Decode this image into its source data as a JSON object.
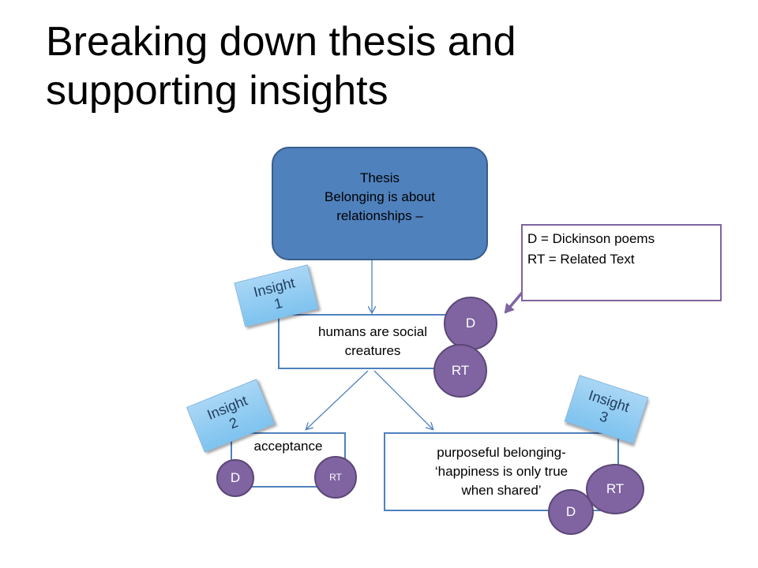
{
  "title": {
    "line1": "Breaking down thesis and",
    "line2": "supporting insights"
  },
  "thesis": {
    "heading": "Thesis",
    "line1": "Belonging is about",
    "line2": "relationships –"
  },
  "legend": {
    "line1": "D = Dickinson poems",
    "line2": "RT = Related Text"
  },
  "insight1": {
    "label_line1": "Insight",
    "label_line2": "1",
    "text_line1": "humans are social",
    "text_line2": "creatures",
    "d_label": "D",
    "rt_label": "RT"
  },
  "insight2": {
    "label_line1": "Insight",
    "label_line2": "2",
    "text_line1": "acceptance",
    "d_label": "D",
    "rt_label": "RT"
  },
  "insight3": {
    "label_line1": "Insight",
    "label_line2": "3",
    "text_line1": "purposeful belonging-",
    "text_line2": "‘happiness is only true",
    "text_line3": "when shared’",
    "d_label": "D",
    "rt_label": "RT"
  },
  "colors": {
    "thesis_fill": "#4f81bd",
    "box_border": "#4f81bd",
    "circle_fill": "#8064a2",
    "insight_tag": "#8ecbf2"
  }
}
